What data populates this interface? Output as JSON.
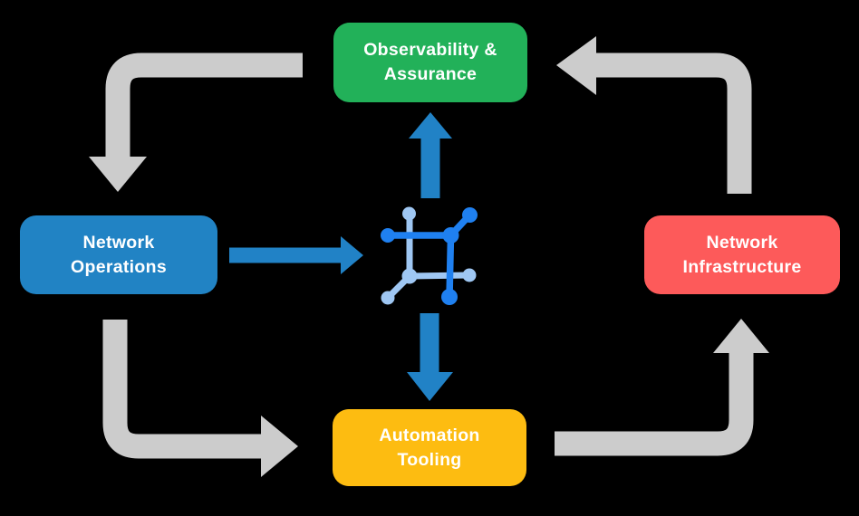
{
  "diagram": {
    "nodes": {
      "observability": {
        "label": "Observability &\nAssurance",
        "color": "#22B159"
      },
      "operations": {
        "label": "Network\nOperations",
        "color": "#2183C4"
      },
      "infrastructure": {
        "label": "Network\nInfrastructure",
        "color": "#FD5A5A"
      },
      "automation": {
        "label": "Automation\nTooling",
        "color": "#FDBC11"
      }
    },
    "center_icon": {
      "name": "connected-network-nodes"
    },
    "connections": [
      {
        "from": "network-operations",
        "to": "center-icon",
        "style": "blue-straight"
      },
      {
        "from": "center-icon",
        "to": "observability-assurance",
        "style": "blue-straight"
      },
      {
        "from": "center-icon",
        "to": "automation-tooling",
        "style": "blue-straight"
      },
      {
        "from": "observability-assurance",
        "to": "network-operations",
        "style": "gray-elbow"
      },
      {
        "from": "network-operations",
        "to": "automation-tooling",
        "style": "gray-elbow"
      },
      {
        "from": "automation-tooling",
        "to": "network-infrastructure",
        "style": "gray-elbow"
      },
      {
        "from": "network-infrastructure",
        "to": "observability-assurance",
        "style": "gray-elbow"
      }
    ],
    "colors": {
      "background": "#000000",
      "arrow_gray": "#CCCCCC",
      "arrow_blue": "#2182C6",
      "icon_dark_blue": "#1F80F0",
      "icon_light_blue": "#9FC7F3",
      "label_text": "#FFFFFF"
    }
  }
}
